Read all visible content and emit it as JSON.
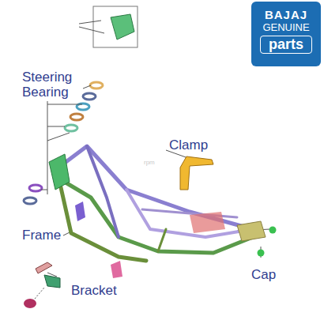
{
  "diagram": {
    "nodes": [
      {
        "text": [
          "BAJAJ",
          "GENUINE",
          "parts"
        ]
      }
    ],
    "labels": [
      "Steering Bearing",
      "Clamp",
      "Frame",
      "Cap",
      "Bracket",
      "rpm"
    ]
  }
}
